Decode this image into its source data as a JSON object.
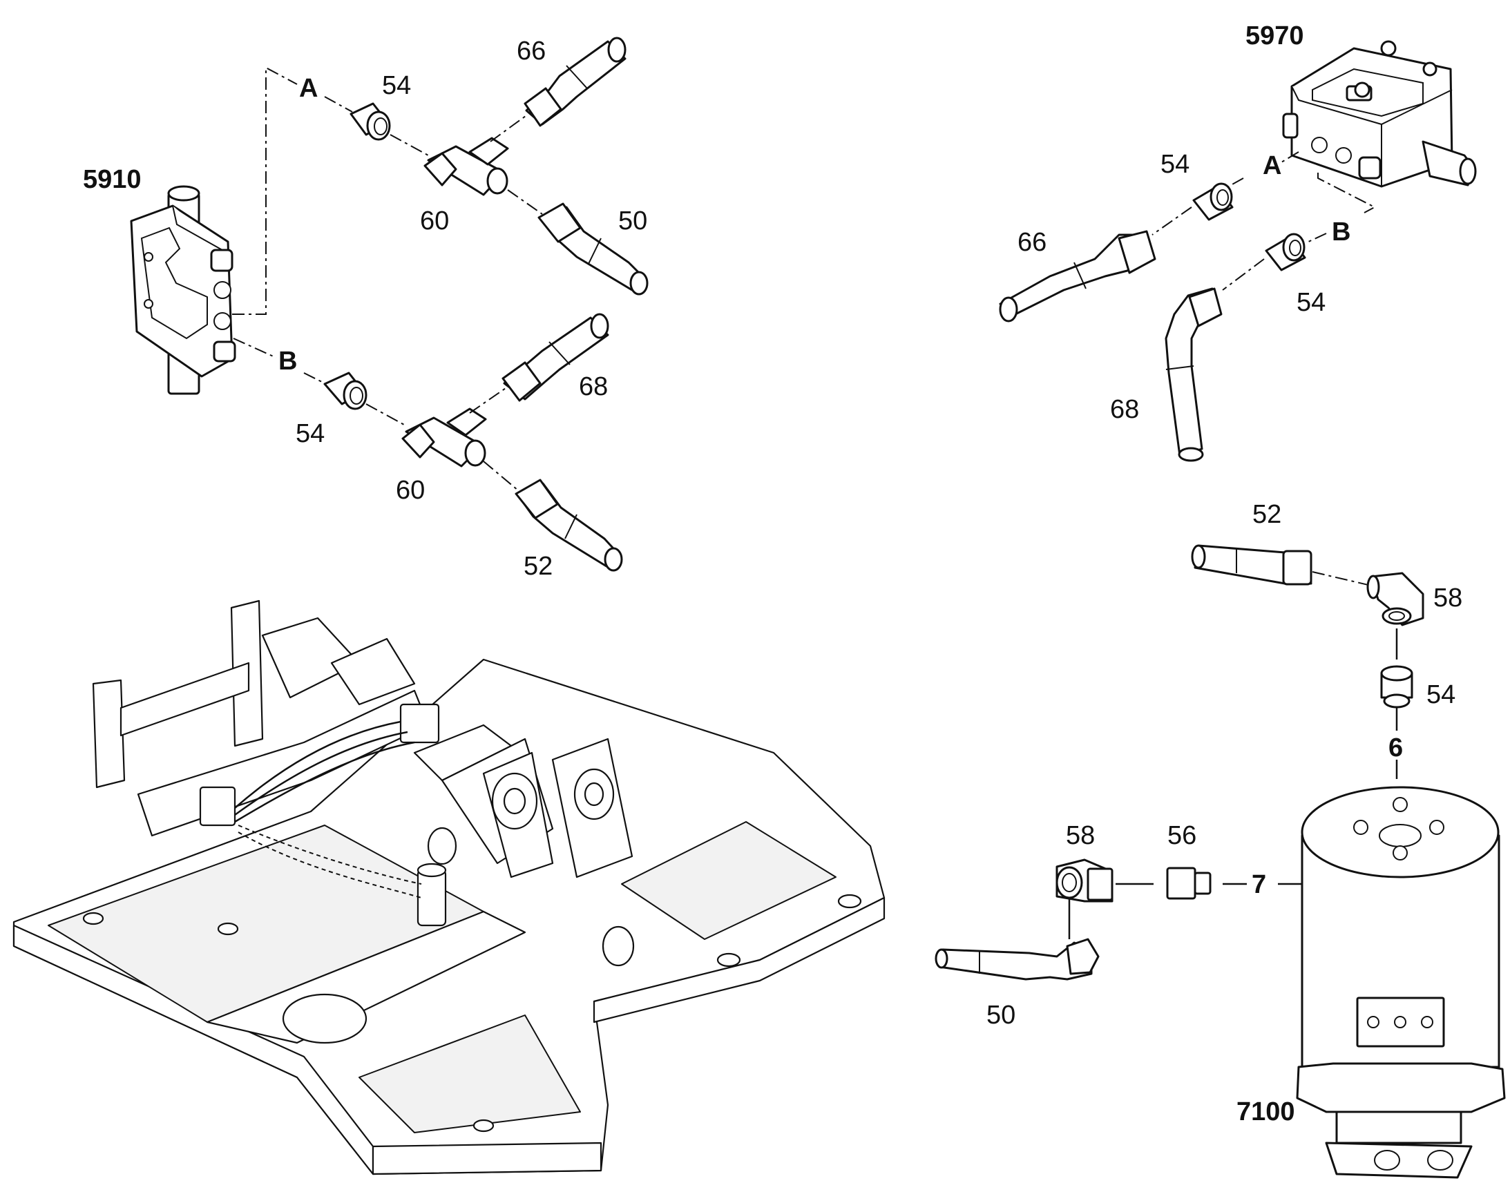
{
  "labels": {
    "valve_5910": "5910",
    "valve_5970": "5970",
    "swivel_7100": "7100",
    "port_a_left": "A",
    "port_b_left": "B",
    "port_a_right": "A",
    "port_b_right": "B",
    "port_6": "6",
    "port_7": "7",
    "p54_a_left": "54",
    "p54_b_left": "54",
    "p54_a_right": "54",
    "p54_b_right": "54",
    "p54_swivel": "54",
    "p60_a_left": "60",
    "p60_b_left": "60",
    "p66_left": "66",
    "p66_right": "66",
    "p50_left": "50",
    "p50_right": "50",
    "p68_left": "68",
    "p68_right": "68",
    "p52_left": "52",
    "p52_right": "52",
    "p58_top": "58",
    "p58_bottom": "58",
    "p56": "56"
  }
}
